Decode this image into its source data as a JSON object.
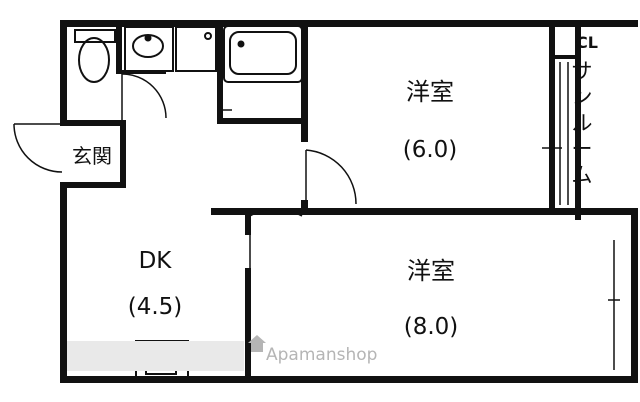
{
  "rooms": {
    "western_6": {
      "name": "洋室",
      "size": "(6.0)"
    },
    "western_8": {
      "name": "洋室",
      "size": "(8.0)"
    },
    "dk": {
      "name": "DK",
      "size": "(4.5)"
    },
    "entrance": {
      "name": "玄関"
    },
    "closet": {
      "name": "CL"
    },
    "sunroom": {
      "name": "サンルーム"
    }
  },
  "watermark": {
    "text": "Apamanshop"
  },
  "colors": {
    "wall": "#111111",
    "background": "#ffffff",
    "watermark": "#b5b5b5"
  }
}
